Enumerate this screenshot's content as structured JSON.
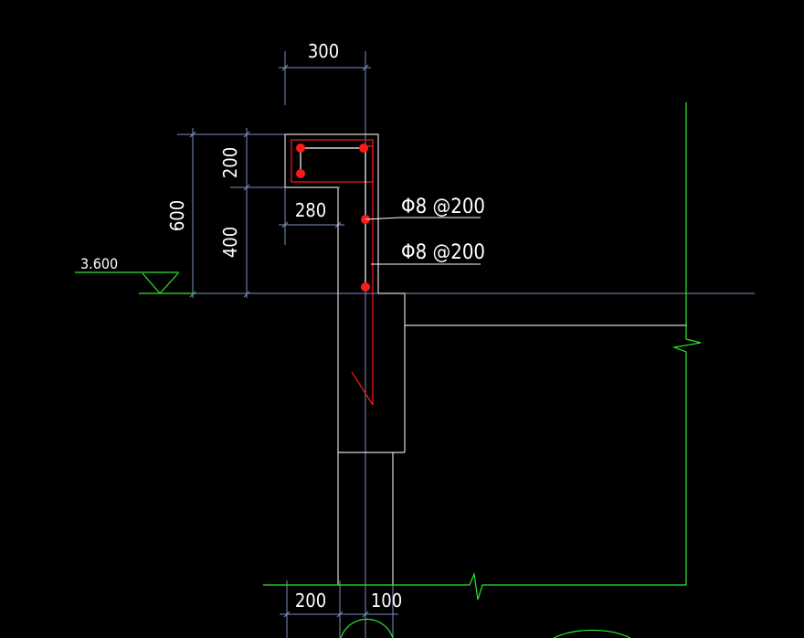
{
  "colors": {
    "background": "#000000",
    "concrete": "#d8d8d8",
    "rebar": "#ff1a1a",
    "dimension": "#7d8fbf",
    "ground": "#2ee82e",
    "text": "#ffffff"
  },
  "dimensions": {
    "top_width": "300",
    "flange_height": "200",
    "total_height": "600",
    "web_height": "400",
    "inner_width": "280",
    "bottom_left": "200",
    "bottom_right": "100"
  },
  "rebar_notes": [
    {
      "label": "Φ8 @200"
    },
    {
      "label": "Φ8 @200"
    }
  ],
  "elevation": {
    "value": "3.600"
  }
}
